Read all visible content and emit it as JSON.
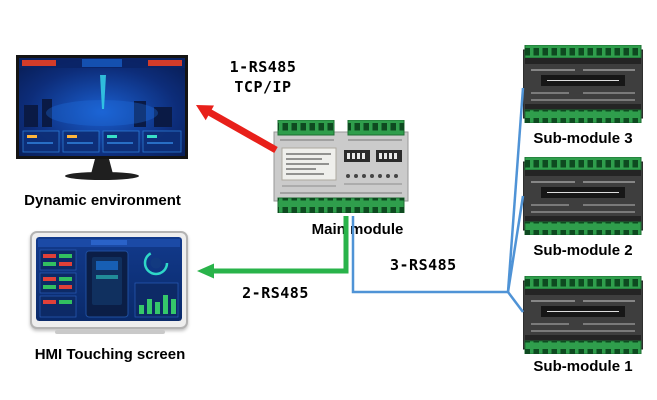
{
  "nodes": {
    "monitor": {
      "label": "Dynamic environment"
    },
    "hmi": {
      "label": "HMI Touching screen"
    },
    "main_module": {
      "label": "Main module"
    },
    "sub_module_3": {
      "label": "Sub-module 3"
    },
    "sub_module_2": {
      "label": "Sub-module 2"
    },
    "sub_module_1": {
      "label": "Sub-module 1"
    }
  },
  "connections": {
    "red_link": {
      "line1": "1-RS485",
      "line2": "TCP/IP",
      "color": "#e8201a"
    },
    "green_link": {
      "label": "2-RS485",
      "color": "#29b34a"
    },
    "blue_link": {
      "label": "3-RS485",
      "color": "#4f93d6"
    }
  }
}
